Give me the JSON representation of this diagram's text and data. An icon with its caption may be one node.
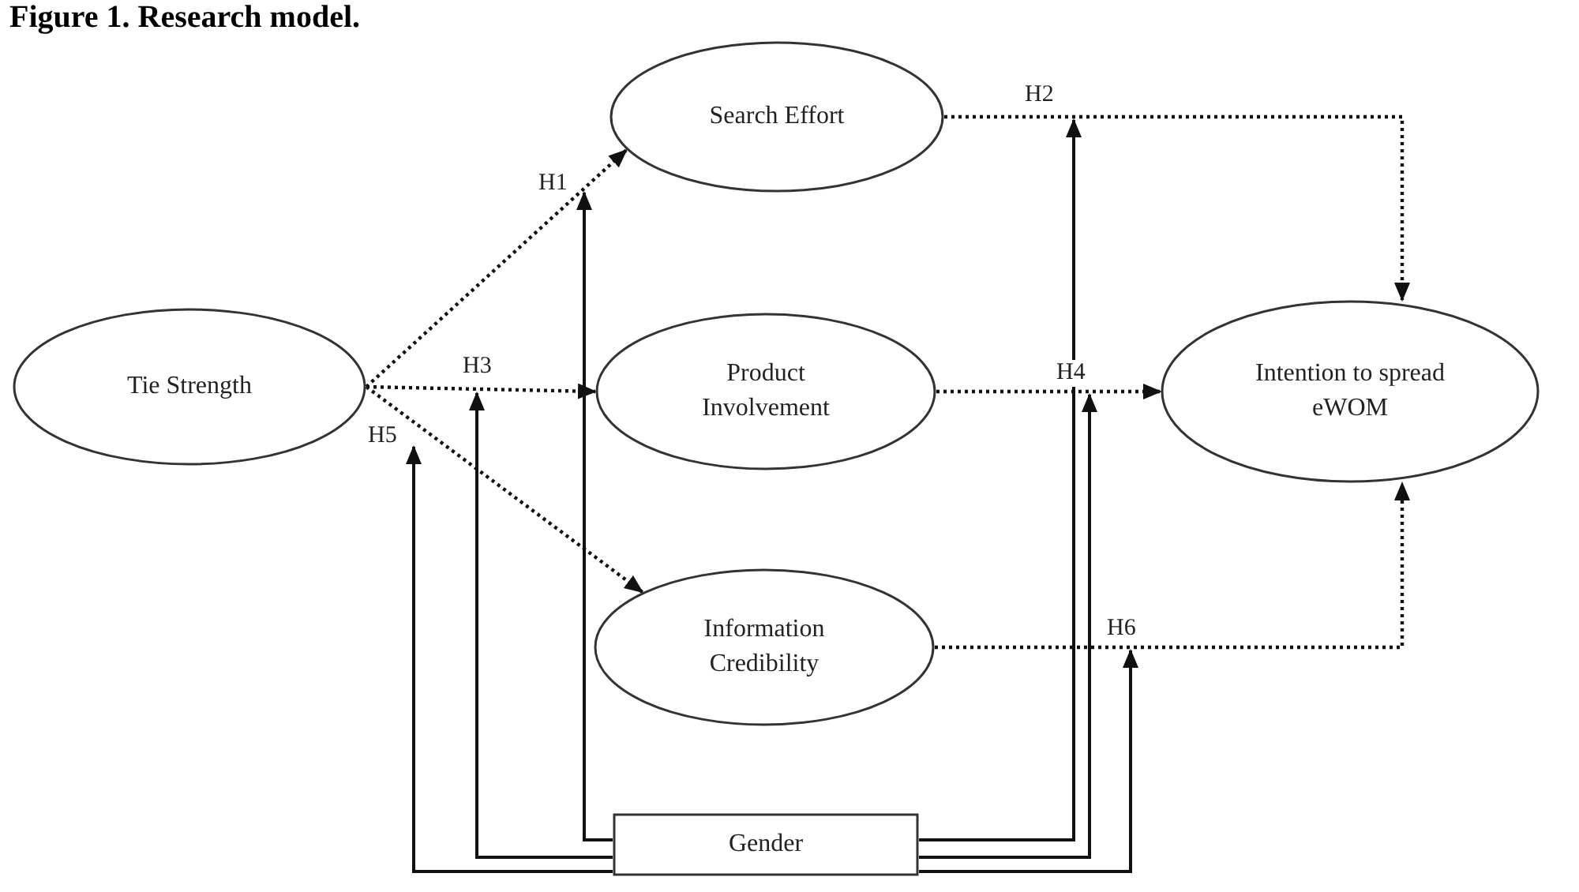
{
  "diagram": {
    "title": "Figure 1. Research model.",
    "nodes": [
      {
        "text": [
          "Tie Strength"
        ]
      },
      {
        "text": [
          "Search Effort"
        ]
      },
      {
        "text": [
          "Product Involvement"
        ]
      },
      {
        "text": [
          "Information Credibility"
        ]
      },
      {
        "text": [
          "Intention to spread eWOM"
        ]
      },
      {
        "text": [
          "Gender"
        ]
      }
    ],
    "edges": [
      {
        "from": 0,
        "to": 1,
        "arrow": "to",
        "style": "dashed"
      },
      {
        "from": 0,
        "to": 2,
        "arrow": "to",
        "style": "dashed"
      },
      {
        "from": 0,
        "to": 3,
        "arrow": "to",
        "style": "dashed"
      },
      {
        "from": 1,
        "to": 4,
        "arrow": "to",
        "style": "dashed"
      },
      {
        "from": 2,
        "to": 4,
        "arrow": "to",
        "style": "dashed"
      },
      {
        "from": 3,
        "to": 4,
        "arrow": "to",
        "style": "dashed"
      },
      {
        "from": 5,
        "to": null,
        "arrow": "to",
        "label": "H1"
      },
      {
        "from": 5,
        "to": null,
        "arrow": "to",
        "label": "H2"
      },
      {
        "from": 5,
        "to": null,
        "arrow": "to",
        "label": "H3"
      },
      {
        "from": 5,
        "to": null,
        "arrow": "to",
        "label": "H4"
      },
      {
        "from": 5,
        "to": null,
        "arrow": "to",
        "label": "H5"
      },
      {
        "from": 5,
        "to": null,
        "arrow": "to",
        "label": "H6"
      }
    ]
  }
}
